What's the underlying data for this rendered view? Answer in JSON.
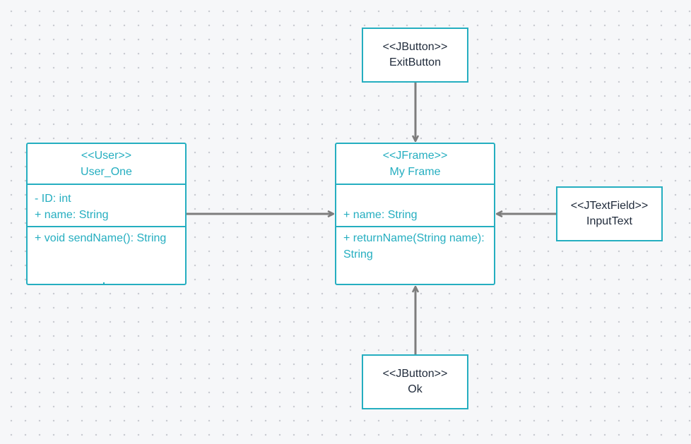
{
  "colors": {
    "accent": "#25aec0",
    "text": "#1f2a3a",
    "connector": "#7d7d7d",
    "background": "#f6f7f9"
  },
  "classes": {
    "user_one": {
      "stereotype": "<<User>>",
      "name": "User_One",
      "attributes": [
        "-  ID: int",
        "+ name: String"
      ],
      "operations": [
        "+ void sendName(): String"
      ]
    },
    "my_frame": {
      "stereotype": "<<JFrame>>",
      "name": "My Frame",
      "attributes": [
        "+ name: String"
      ],
      "operations": [
        "+ returnName(String name): String"
      ]
    }
  },
  "boxes": {
    "exit_button": {
      "stereotype": "<<JButton>>",
      "name": "ExitButton"
    },
    "input_text": {
      "stereotype": "<<JTextField>>",
      "name": "InputText"
    },
    "ok_button": {
      "stereotype": "<<JButton>>",
      "name": "Ok"
    }
  },
  "connectors": [
    {
      "from": "ExitButton",
      "to": "My Frame"
    },
    {
      "from": "User_One",
      "to": "My Frame"
    },
    {
      "from": "InputText",
      "to": "My Frame"
    },
    {
      "from": "Ok",
      "to": "My Frame"
    }
  ]
}
